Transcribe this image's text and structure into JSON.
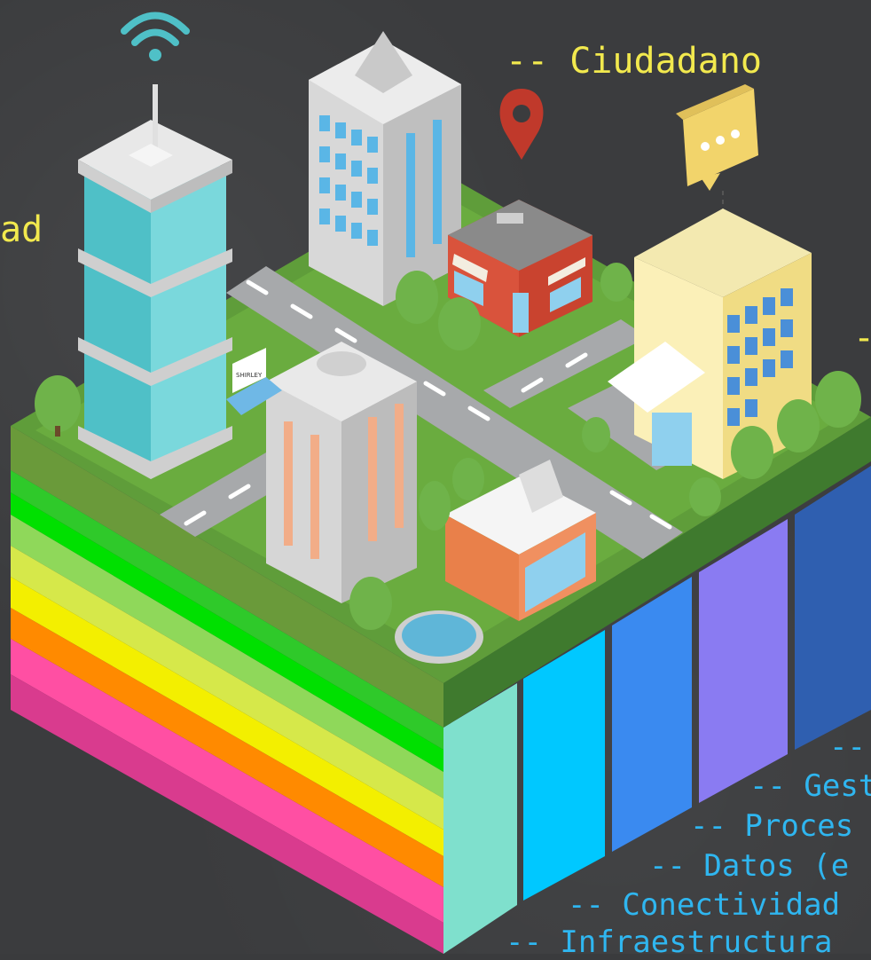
{
  "labels": {
    "citizen": "-- Ciudadano",
    "left_fragment": "ad",
    "right_dash": "-",
    "layer_top": "--",
    "layer_gestion": "-- Gest",
    "layer_procesos": "-- Proces",
    "layer_datos": "-- Datos (e",
    "layer_conectividad": "-- Conectividad",
    "layer_infraestructura": "-- Infraestructura"
  },
  "sign": {
    "text": "SHIRLEY"
  },
  "colors": {
    "left_layers": [
      "#6a9a3a",
      "#3fce2c",
      "#00e000",
      "#8fd85a",
      "#d6e84a",
      "#f3ef00",
      "#ff8a00",
      "#ff4fa3",
      "#d93b8e"
    ],
    "right_columns": [
      "#7fe0cd",
      "#00c8ff",
      "#3a8af0",
      "#8a7bf2",
      "#2f5fb0"
    ],
    "accent_yellow": "#f2e94e",
    "accent_cyan": "#2fb6f0"
  }
}
